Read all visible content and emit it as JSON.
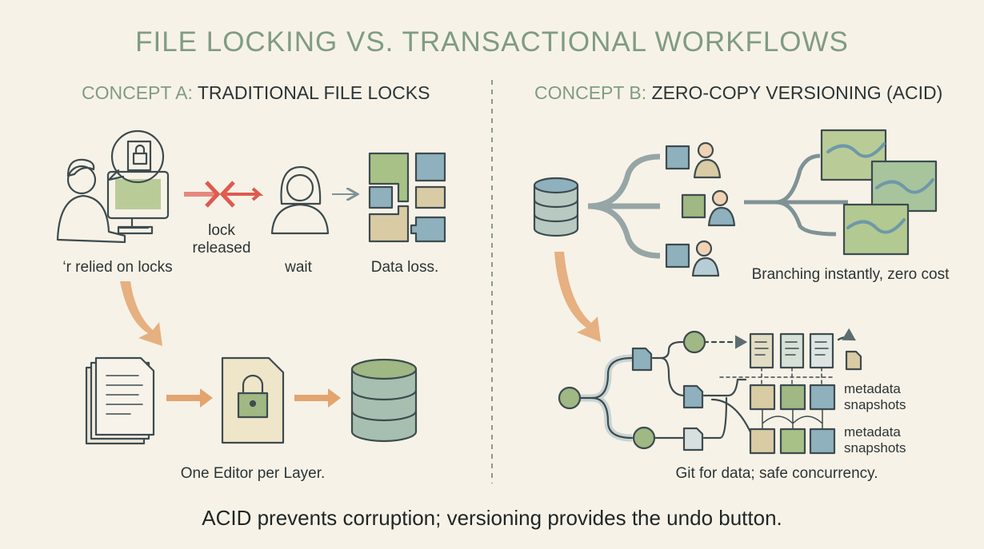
{
  "title": "FILE LOCKING VS. TRANSACTIONAL WORKFLOWS",
  "concept_a": {
    "prefix": "CONCEPT A:",
    "heading": "TRADITIONAL FILE LOCKS",
    "captions": {
      "editor": "‘r relied on locks",
      "lock_released_1": "lock",
      "lock_released_2": "released",
      "wait": "wait",
      "data_loss": "Data loss.",
      "one_editor": "One Editor per Layer."
    }
  },
  "concept_b": {
    "prefix": "CONCEPT B:",
    "heading": "ZERO-COPY VERSIONING (ACID)",
    "captions": {
      "branching": "Branching instantly, zero cost",
      "meta1a": "metadata",
      "meta1b": "snapshots",
      "meta2a": "metadata",
      "meta2b": "snapshots",
      "git": "Git for data; safe concurrency."
    }
  },
  "footer": "ACID prevents corruption; versioning provides the undo button.",
  "colors": {
    "background": "#f7f2e7",
    "title": "#7f9c83",
    "green": "#9fb884",
    "blue": "#8fb0bd",
    "tan": "#d9cba4",
    "orange": "#e3a46f",
    "red": "#e05a4f"
  }
}
